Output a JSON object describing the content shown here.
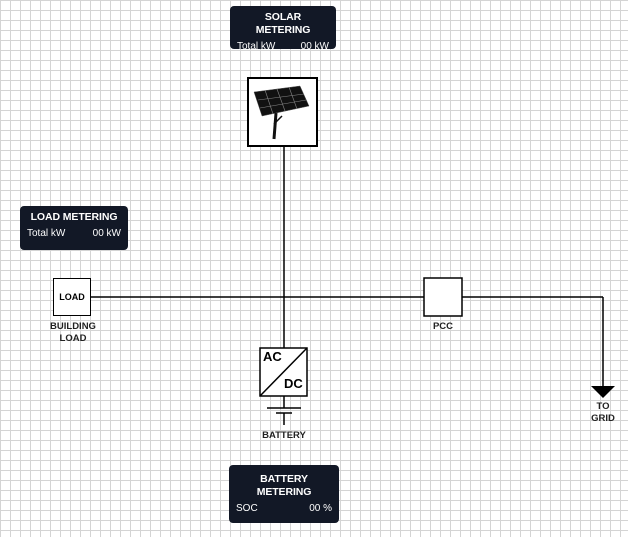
{
  "solar_metering": {
    "title": "SOLAR METERING",
    "metric_label": "Total kW",
    "metric_value": "00 kW"
  },
  "load_metering": {
    "title": "LOAD METERING",
    "metric_label": "Total kW",
    "metric_value": "00 kW"
  },
  "battery_metering": {
    "title": "BATTERY METERING",
    "metric_label": "SOC",
    "metric_value": "00 %"
  },
  "load_box": {
    "text": "LOAD"
  },
  "inverter": {
    "ac": "AC",
    "dc": "DC"
  },
  "labels": {
    "building_load": "BUILDING LOAD",
    "pcc": "PCC",
    "battery": "BATTERY",
    "to_grid": "TO GRID"
  },
  "icons": {
    "solar": "solar-panel-icon",
    "inverter": "ac-dc-inverter-icon",
    "battery": "battery-symbol-icon",
    "grid": "ground-arrow-icon"
  }
}
